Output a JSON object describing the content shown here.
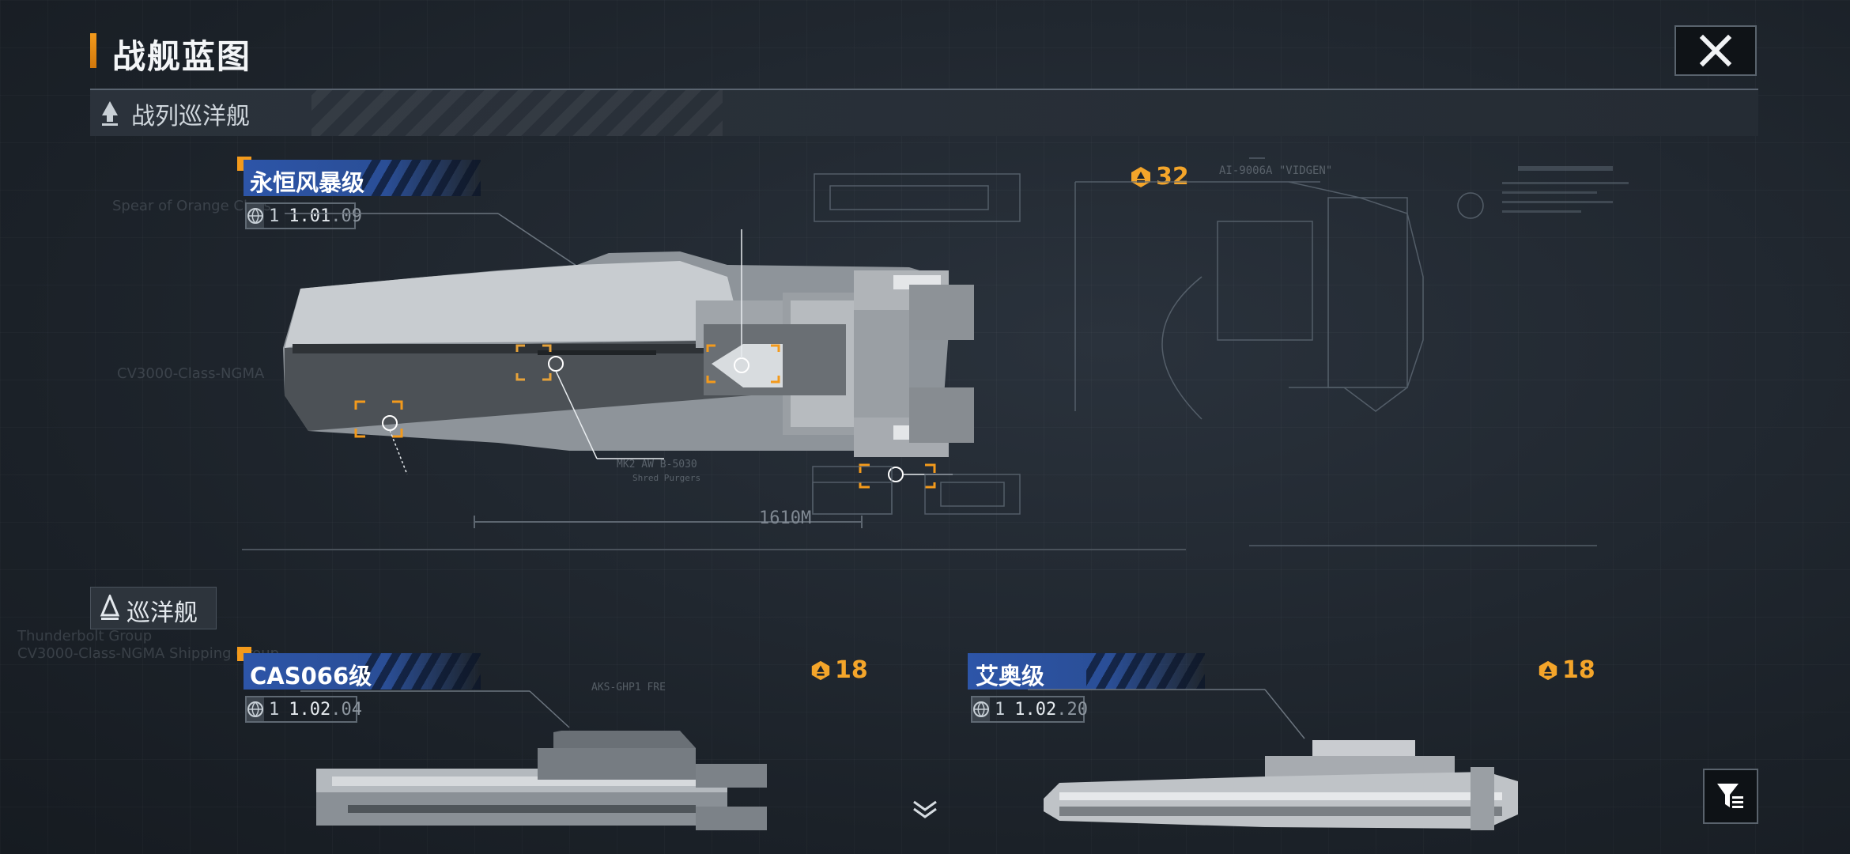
{
  "header": {
    "title": "战舰蓝图"
  },
  "sections": [
    {
      "label": "战列巡洋舰",
      "ships": [
        {
          "name": "永恒风暴级",
          "cost": "32",
          "version_level": "1",
          "version_main": "1.01",
          "version_sub": ".09",
          "length_label": "1610M"
        }
      ]
    },
    {
      "label": "巡洋舰",
      "ships": [
        {
          "name": "CAS066级",
          "cost": "18",
          "version_level": "1",
          "version_main": "1.02",
          "version_sub": ".04"
        },
        {
          "name": "艾奥级",
          "cost": "18",
          "version_level": "1",
          "version_main": "1.02",
          "version_sub": ".20"
        }
      ]
    }
  ],
  "blueprint_text": {
    "top_right_label": "AI-9006A \"VIDGEN\"",
    "faint_left_1": "Spear of Orange Class",
    "faint_left_2": "CV3000-Class-NGMA",
    "faint_left_3": "Thunderbolt Group",
    "faint_left_4": "CV3000-Class-NGMA Shipping Group",
    "weapon_label_1": "MK2 AW B-5030",
    "weapon_label_2": "Shred Purgers",
    "cas_label": "AKS-GHP1 FRE"
  },
  "icons": {
    "close": "close-icon",
    "filter": "filter-icon",
    "scroll_down": "chevron-down-icon",
    "cost": "fleet-cost-icon",
    "class": "ship-class-icon",
    "version": "globe-icon"
  },
  "colors": {
    "accent": "#f39a1c",
    "plate": "#2d55a8",
    "cost": "#f4a52a"
  }
}
